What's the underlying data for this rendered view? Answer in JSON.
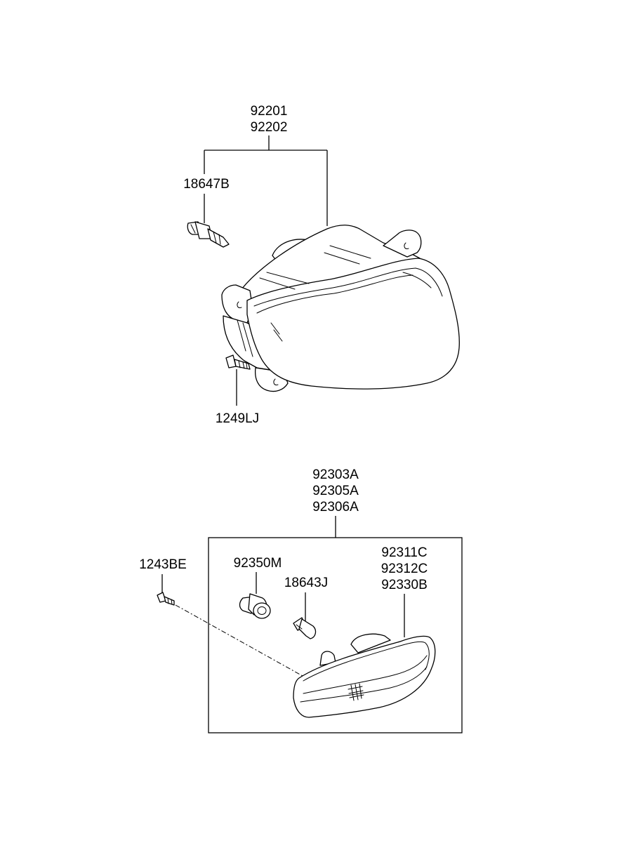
{
  "labels": {
    "headlamp_assembly": [
      "92201",
      "92202"
    ],
    "bulb_socket_upper": "18647B",
    "screw_upper": "1249LJ",
    "side_lamp_assembly": [
      "92303A",
      "92305A",
      "92306A"
    ],
    "screw_lower": "1243BE",
    "socket_lower": "92350M",
    "bulb_lower": "18643J",
    "lens_housing": [
      "92311C",
      "92312C",
      "92330B"
    ]
  },
  "colors": {
    "line": "#000000",
    "background": "#ffffff"
  }
}
